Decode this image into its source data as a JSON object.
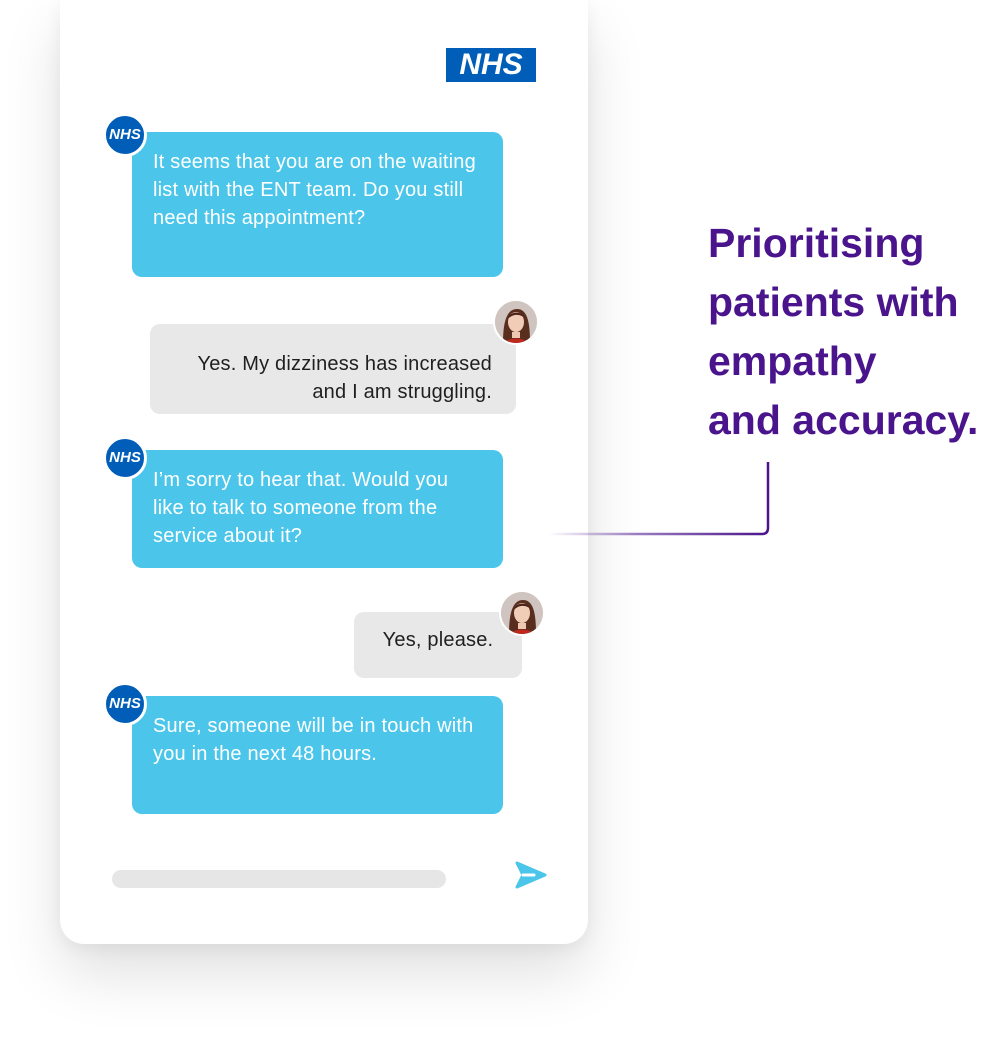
{
  "logo_text": "NHS",
  "colors": {
    "bot_bubble": "#4bc6ea",
    "user_bubble": "#e8e8e9",
    "nhs_blue": "#005eb8",
    "headline_purple": "#4a148c",
    "send_icon": "#4bc6ea"
  },
  "messages": [
    {
      "sender": "bot",
      "avatar_text": "NHS",
      "text": "It seems that you are on the waiting list with the ENT team. Do you still need this appointment?"
    },
    {
      "sender": "user",
      "avatar_icon": "user-avatar",
      "text": "Yes. My dizziness has increased and I am struggling."
    },
    {
      "sender": "bot",
      "avatar_text": "NHS",
      "text": "I’m sorry to hear that. Would you like to talk to someone from the service about it?"
    },
    {
      "sender": "user",
      "avatar_icon": "user-avatar",
      "text": "Yes, please."
    },
    {
      "sender": "bot",
      "avatar_text": "NHS",
      "text": "Sure, someone will be in touch with you in the next 48 hours."
    }
  ],
  "input": {
    "value": ""
  },
  "send_icon": "send-icon",
  "headline": {
    "line1": "Prioritising",
    "line2": "patients with",
    "line3": "empathy",
    "line4": "and accuracy."
  }
}
